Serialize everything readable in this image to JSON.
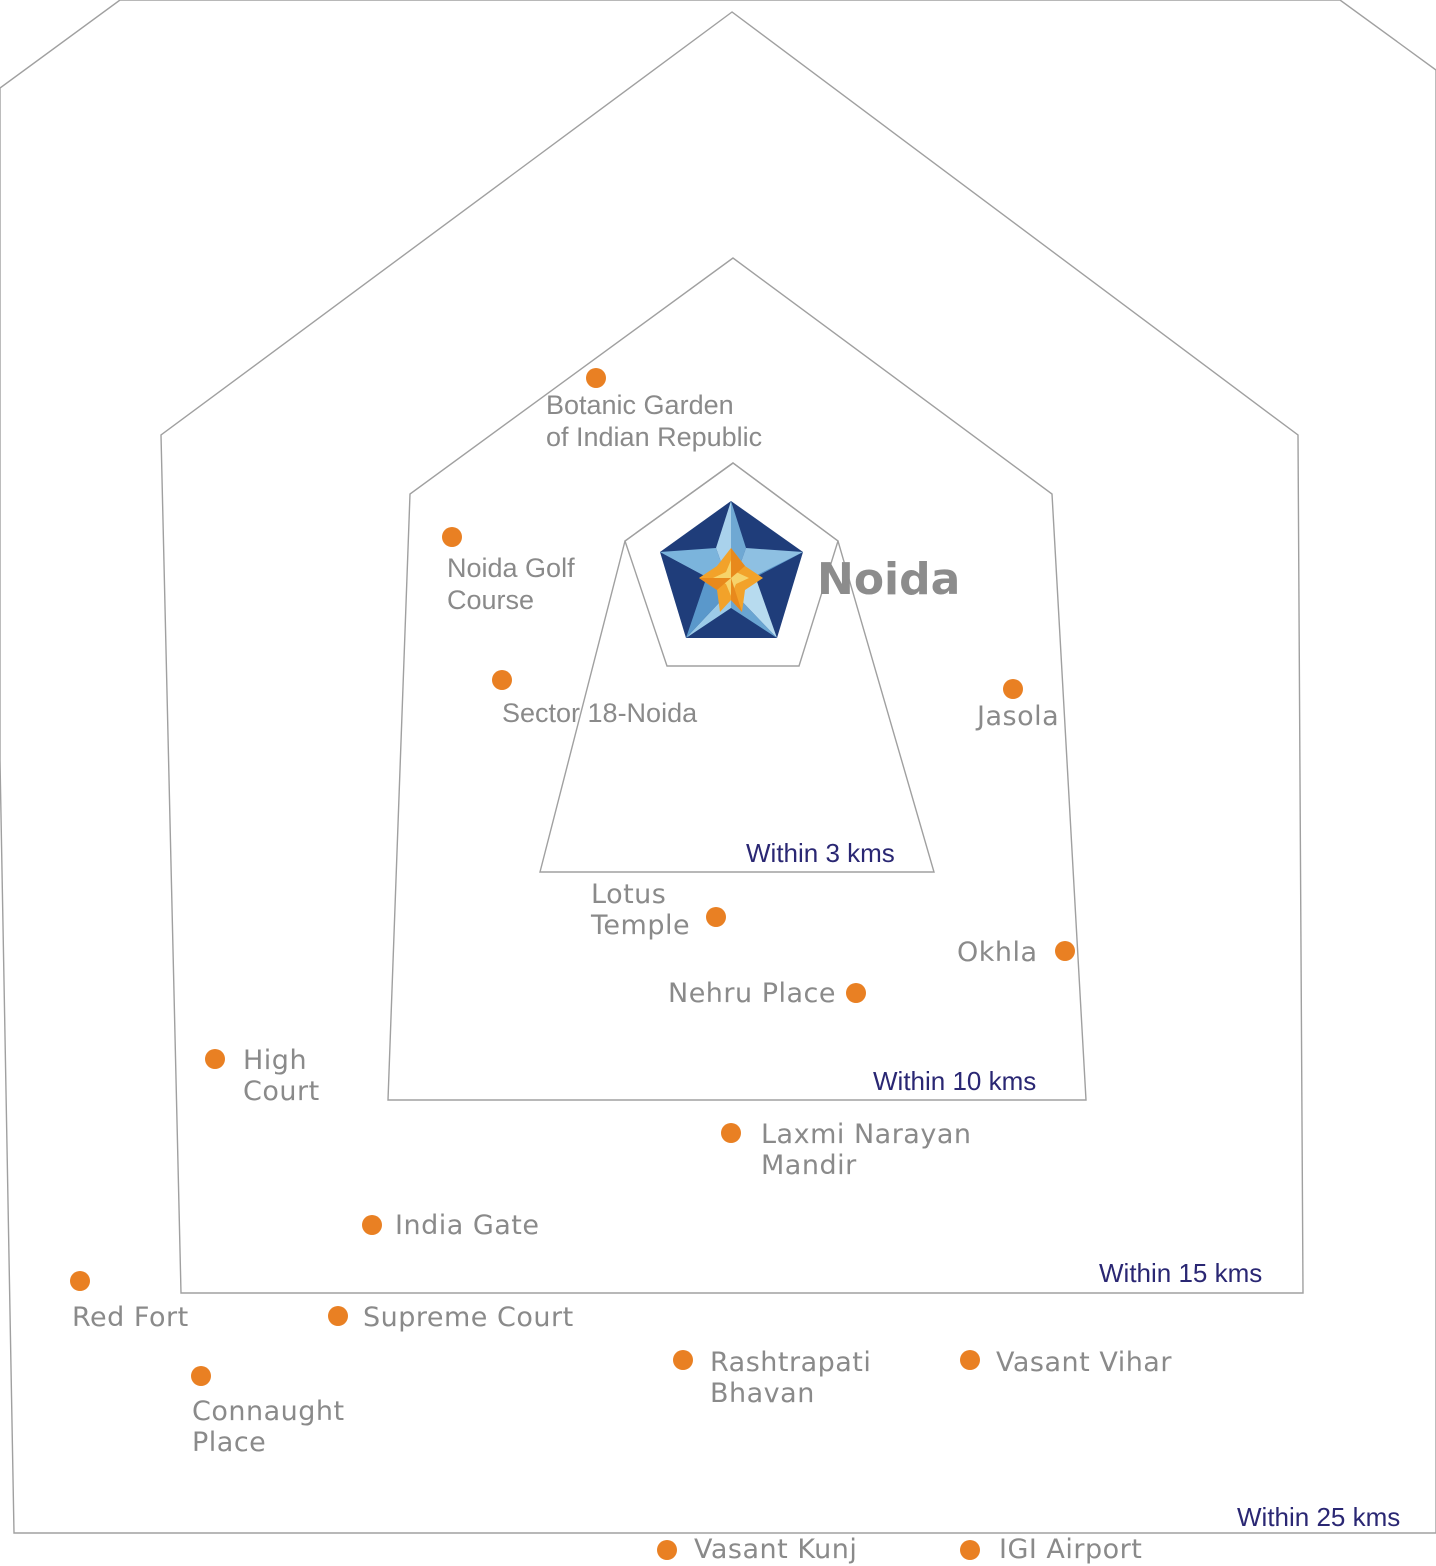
{
  "center": {
    "name": "Noida",
    "logo_icon": "star-in-pentagon-icon",
    "colors": {
      "pentagon": "#1f3d7a",
      "star_light": "#9cc9e6",
      "star_core": "#f2a22a"
    }
  },
  "zones": [
    {
      "label": "Within 3 kms"
    },
    {
      "label": "Within 10 kms"
    },
    {
      "label": "Within 15 kms"
    },
    {
      "label": "Within 25 kms"
    }
  ],
  "places": [
    {
      "lines": [
        "Botanic Garden",
        "of Indian Republic"
      ]
    },
    {
      "lines": [
        "Noida Golf",
        "Course"
      ]
    },
    {
      "lines": [
        "Sector 18-Noida"
      ]
    },
    {
      "lines": [
        "Jasola"
      ]
    },
    {
      "lines": [
        "Lotus",
        "Temple"
      ]
    },
    {
      "lines": [
        "Okhla"
      ]
    },
    {
      "lines": [
        "Nehru Place"
      ]
    },
    {
      "lines": [
        "High",
        "Court"
      ]
    },
    {
      "lines": [
        "Laxmi Narayan",
        "Mandir"
      ]
    },
    {
      "lines": [
        "India Gate"
      ]
    },
    {
      "lines": [
        "Red Fort"
      ]
    },
    {
      "lines": [
        "Supreme Court"
      ]
    },
    {
      "lines": [
        "Rashtrapati",
        "Bhavan"
      ]
    },
    {
      "lines": [
        "Vasant Vihar"
      ]
    },
    {
      "lines": [
        "Connaught",
        "Place"
      ]
    },
    {
      "lines": [
        "Vasant Kunj"
      ]
    },
    {
      "lines": [
        "IGI Airport"
      ]
    }
  ],
  "colors": {
    "dot": "#e98023",
    "ring": "#a0a0a0",
    "zone_label": "#2a2773",
    "place_label": "#8a8a8a"
  }
}
